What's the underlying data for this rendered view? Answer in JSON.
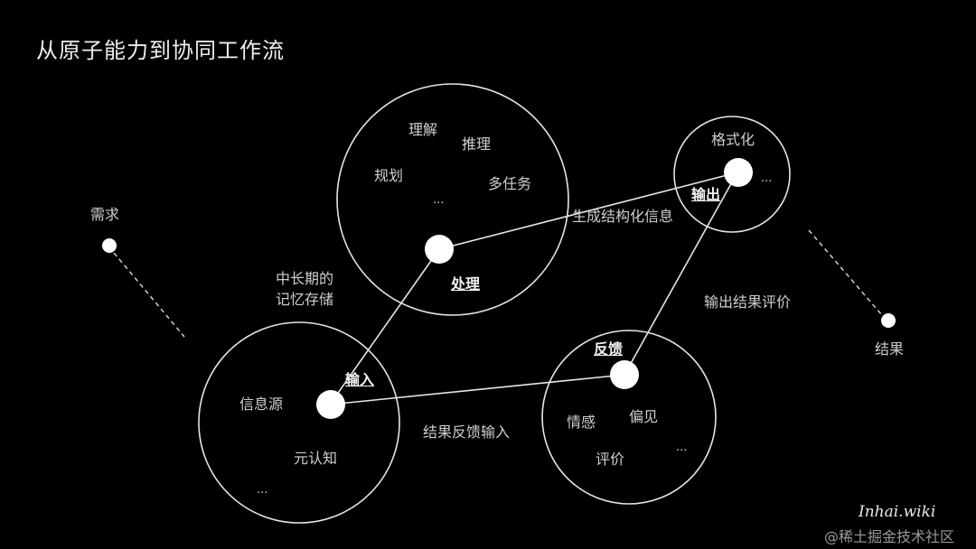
{
  "title": "从原子能力到协同工作流",
  "nodes": {
    "need": {
      "label": "需求"
    },
    "result": {
      "label": "结果"
    },
    "process": {
      "label": "处理",
      "items": [
        "理解",
        "推理",
        "规划",
        "多任务",
        "..."
      ]
    },
    "output": {
      "label": "输出",
      "items": [
        "格式化",
        "..."
      ]
    },
    "input": {
      "label": "输入",
      "items": [
        "信息源",
        "元认知",
        "..."
      ]
    },
    "feedback": {
      "label": "反馈",
      "items": [
        "情感",
        "偏见",
        "评价",
        "..."
      ]
    }
  },
  "edges": {
    "input_process": {
      "line1": "中长期的",
      "line2": "记忆存储"
    },
    "process_output": "生成结构化信息",
    "output_feedback": "输出结果评价",
    "feedback_input": "结果反馈输入"
  },
  "watermark": {
    "site": "Inhai.wiki",
    "platform": "@稀土掘金技术社区"
  },
  "colors": {
    "background": "#000000",
    "stroke": "#e6e6e6",
    "node": "#ffffff"
  }
}
